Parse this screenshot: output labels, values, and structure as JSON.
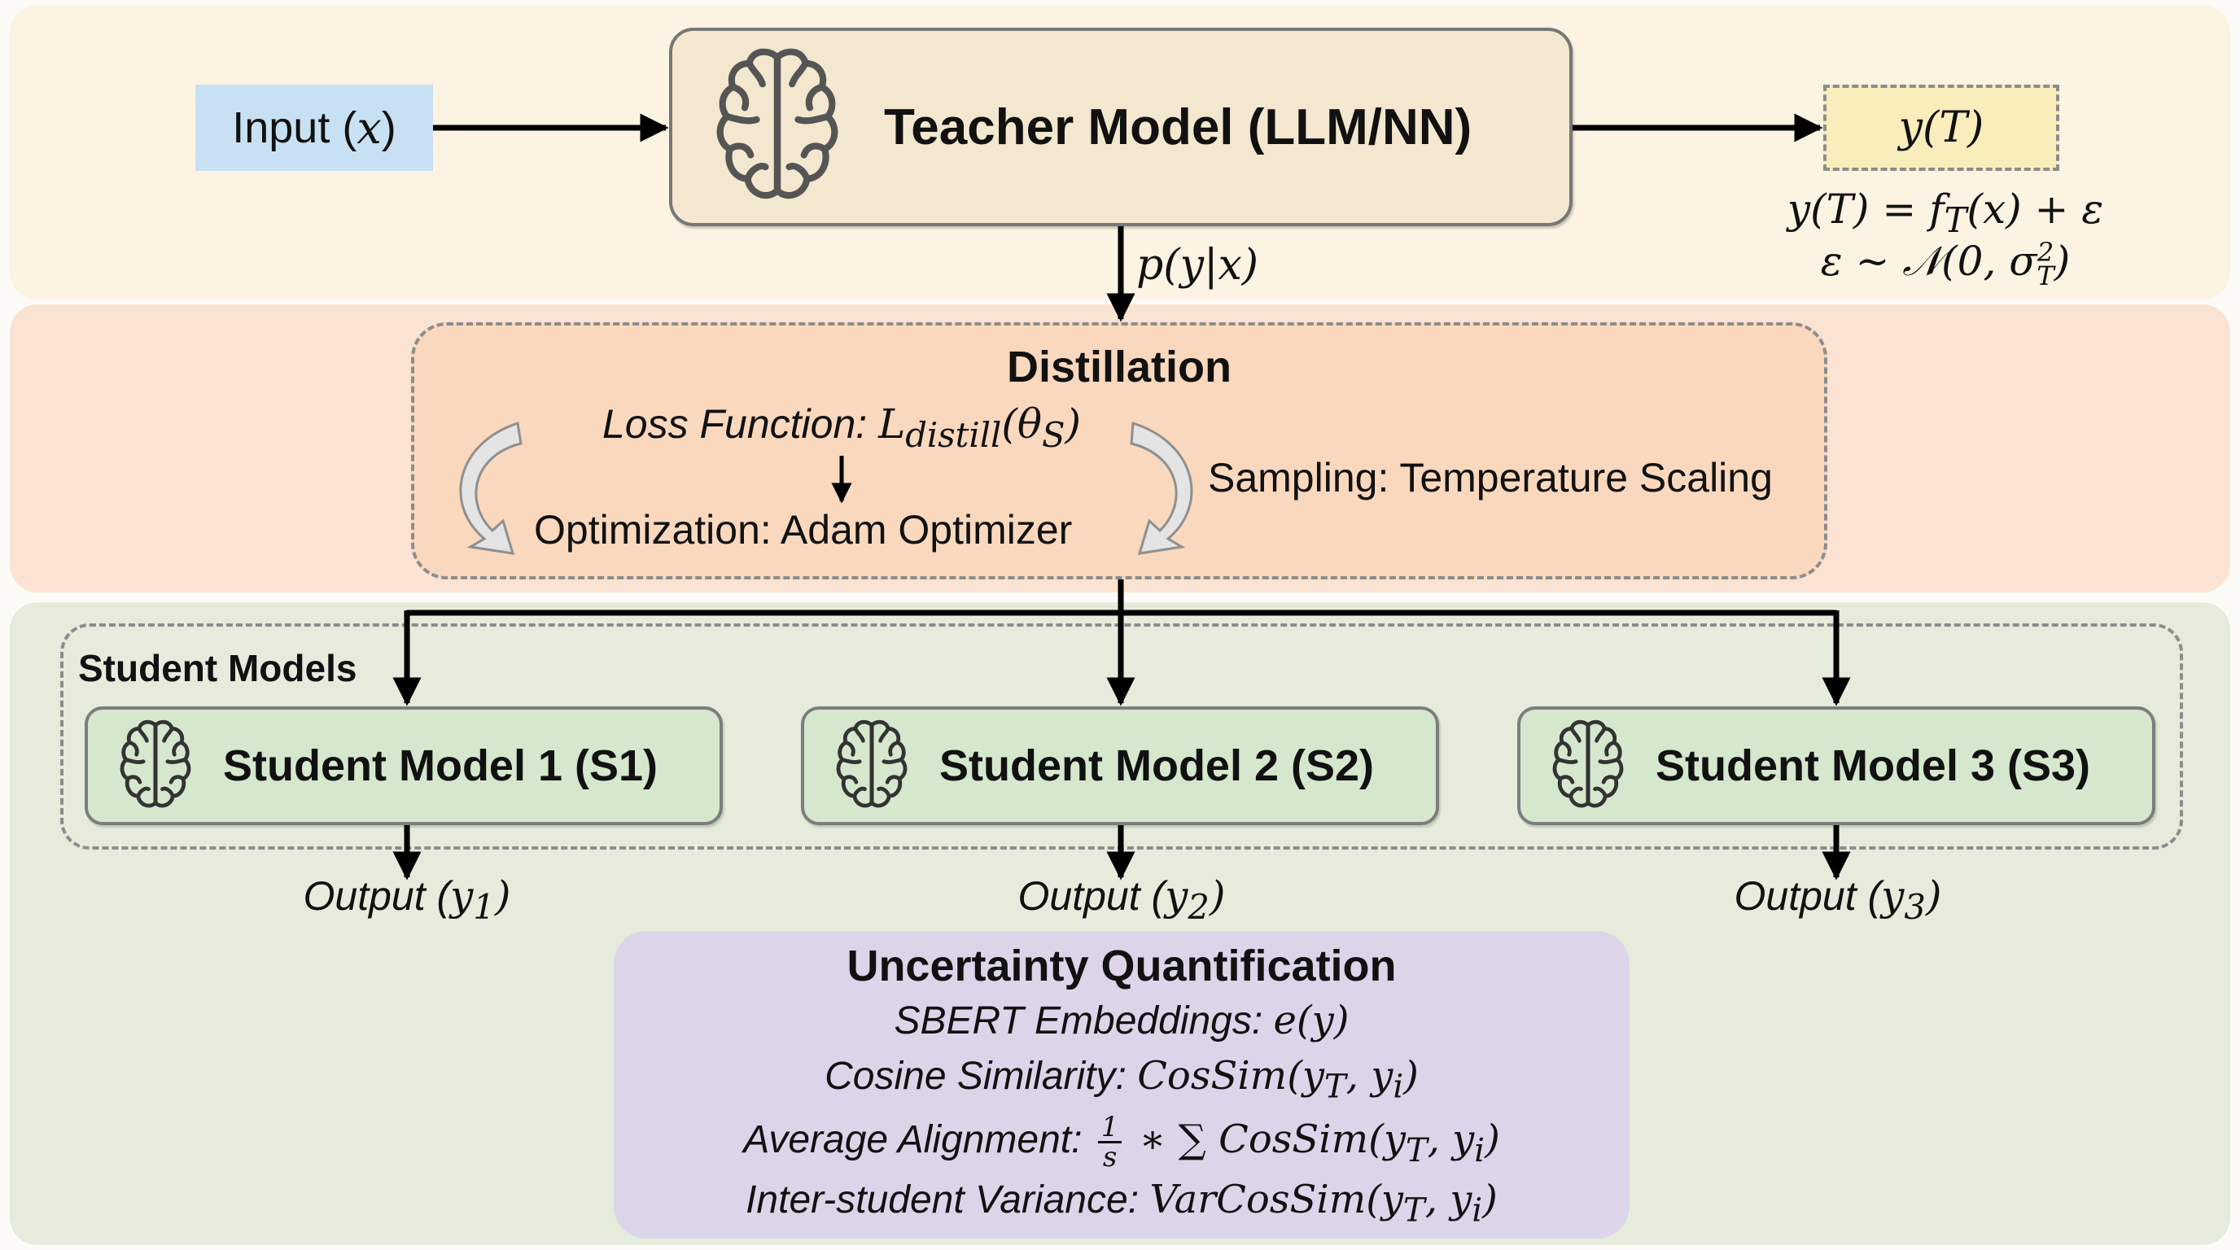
{
  "teacher_stage": {
    "input_label": "Input (",
    "input_var": "x",
    "input_close": ")",
    "teacher_title": "Teacher Model (LLM/NN)",
    "teacher_output": "y(T)",
    "output_equation": "y(T) = f",
    "output_equation_sub": "T",
    "output_equation_rest": "(x) + ε",
    "noise_equation": "ε ~ 𝒩(0, σ",
    "noise_sup": "2",
    "noise_sub": "T",
    "noise_close": ")",
    "edge_label": "p(y|x)"
  },
  "distillation_stage": {
    "title": "Distillation",
    "loss_prefix": "Loss Function: ",
    "loss_math": "L",
    "loss_sub": "distill",
    "loss_arg": "(θ",
    "loss_arg_sub": "S",
    "loss_close": ")",
    "optimization": "Optimization: Adam Optimizer",
    "sampling": "Sampling: Temperature Scaling"
  },
  "student_stage": {
    "group_label": "Student Models",
    "students": [
      {
        "label": "Student Model 1 (S1)",
        "output_prefix": "Output (",
        "output_var": "y",
        "output_sub": "1",
        "output_close": ")"
      },
      {
        "label": "Student Model 2 (S2)",
        "output_prefix": "Output (",
        "output_var": "y",
        "output_sub": "2",
        "output_close": ")"
      },
      {
        "label": "Student Model 3 (S3)",
        "output_prefix": "Output (",
        "output_var": "y",
        "output_sub": "3",
        "output_close": ")"
      }
    ]
  },
  "uncertainty": {
    "title": "Uncertainty Quantification",
    "lines": [
      {
        "prefix": "SBERT Embeddings: ",
        "math": "e(y)"
      },
      {
        "prefix": "Cosine Similarity: ",
        "math": "CosSim(y",
        "sub1": "T",
        "mid": ", y",
        "sub2": "i",
        "close": ")"
      },
      {
        "prefix": "Average Alignment: ",
        "frac_num": "1",
        "frac_den": "s",
        "op": " ∗ ∑ ",
        "math": "CosSim(y",
        "sub1": "T",
        "mid": ", y",
        "sub2": "i",
        "close": ")"
      },
      {
        "prefix": "Inter-student Variance: ",
        "math": "VarCosSim(y",
        "sub1": "T",
        "mid": ", y",
        "sub2": "i",
        "close": ")"
      }
    ]
  },
  "colors": {
    "teacher_band": "#fcf3e2",
    "distill_band": "#fbe3d3",
    "student_band": "#e5ecdc",
    "input_box": "#c7e1f3",
    "teacher_box": "#f3e8cf",
    "teacher_output_box": "#f8edbb",
    "distill_box": "#f9d8bd",
    "student_box": "#d5e7cd",
    "uncertainty_box": "#dcd5ea"
  }
}
